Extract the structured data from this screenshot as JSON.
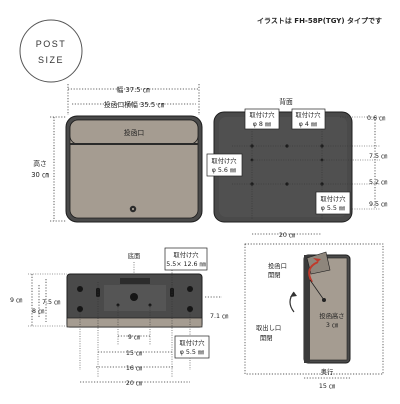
{
  "badge": {
    "line1": "POST",
    "line2": "SIZE"
  },
  "note": "イラストは FH-58P(TGY) タイプです",
  "front": {
    "width": "幅 37.5 ㎝",
    "slot_width": "投函口横幅 35.5 ㎝",
    "height_label": "高さ",
    "height_value": "30 ㎝",
    "slot_label": "投函口"
  },
  "back": {
    "title": "背面",
    "hole_a_label": "取付け穴",
    "hole_a_size": "φ 8 ㎜",
    "hole_b_label": "取付け穴",
    "hole_b_size": "φ 4 ㎜",
    "hole_c_label": "取付け穴",
    "hole_c_size": "φ 5.6 ㎜",
    "hole_d_label": "取付け穴",
    "hole_d_size": "φ 5.5 ㎜",
    "dim_top": "0.6 ㎝",
    "dim_1": "7.5 ㎝",
    "dim_2": "5.2 ㎝",
    "dim_3": "9.5 ㎝",
    "dim_width": "20 ㎝"
  },
  "bottom": {
    "title": "底面",
    "hole_a_label": "取付け穴",
    "hole_a_size": "5.5× 12.6 ㎜",
    "hole_b_label": "取付け穴",
    "hole_b_size": "φ 5.5 ㎜",
    "dim_h1": "9 ㎝",
    "dim_h2": "7.5 ㎝",
    "dim_h3": "8 ㎝",
    "dim_right": "7.1 ㎝",
    "dim_w1": "9 ㎝",
    "dim_w2": "15 ㎝",
    "dim_w3": "16 ㎝",
    "dim_w4": "20 ㎝"
  },
  "side": {
    "open_top_1": "投函口",
    "open_top_2": "開閉",
    "take_out_1": "取出し口",
    "take_out_2": "開閉",
    "slot_height_1": "投函高さ",
    "slot_height_2": "3 ㎝",
    "depth_label": "奥行",
    "depth_value": "15 ㎝"
  },
  "colors": {
    "body": "#4a4a4a",
    "panel": "#a59c91",
    "panel_dark": "#8e867c",
    "outline": "#1d1d1d"
  }
}
